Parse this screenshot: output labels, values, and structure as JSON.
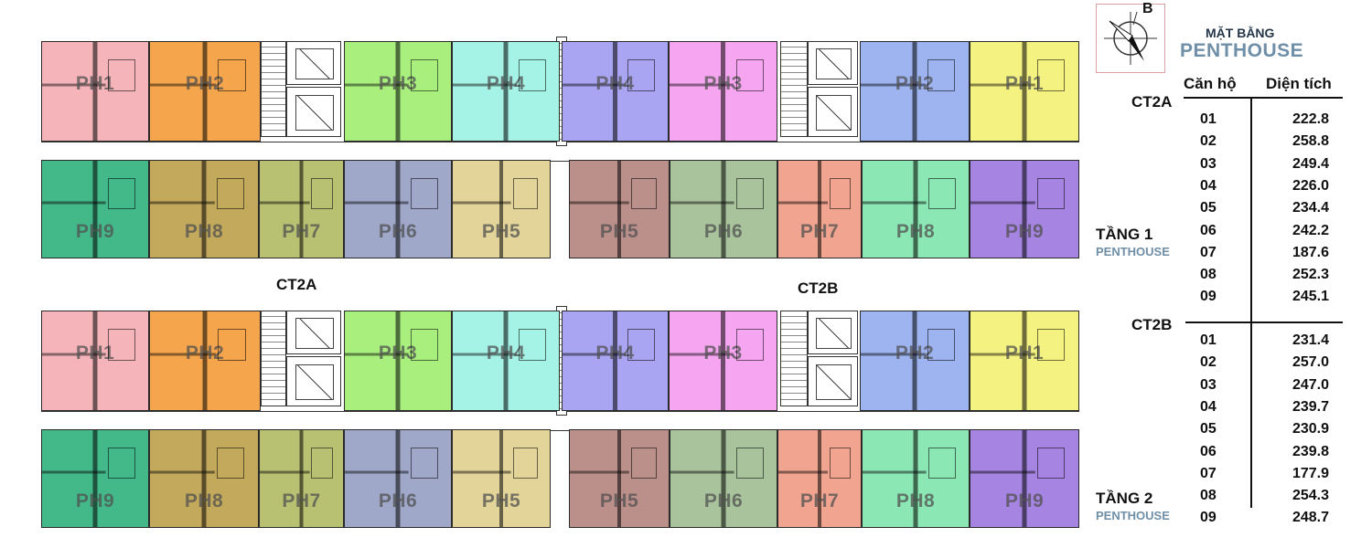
{
  "legend": {
    "heading_line1": "MẶT BẰNG",
    "heading_line2": "PENTHOUSE",
    "col_unit": "Căn hộ",
    "col_area": "Diện tích",
    "ct2a": {
      "label": "CT2A",
      "rows": [
        {
          "id": "01",
          "area": "222.8"
        },
        {
          "id": "02",
          "area": "258.8"
        },
        {
          "id": "03",
          "area": "249.4"
        },
        {
          "id": "04",
          "area": "226.0"
        },
        {
          "id": "05",
          "area": "234.4"
        },
        {
          "id": "06",
          "area": "242.2"
        },
        {
          "id": "07",
          "area": "187.6"
        },
        {
          "id": "08",
          "area": "252.3"
        },
        {
          "id": "09",
          "area": "245.1"
        }
      ]
    },
    "ct2b": {
      "label": "CT2B",
      "rows": [
        {
          "id": "01",
          "area": "231.4"
        },
        {
          "id": "02",
          "area": "257.0"
        },
        {
          "id": "03",
          "area": "247.0"
        },
        {
          "id": "04",
          "area": "239.7"
        },
        {
          "id": "05",
          "area": "230.9"
        },
        {
          "id": "06",
          "area": "239.8"
        },
        {
          "id": "07",
          "area": "177.9"
        },
        {
          "id": "08",
          "area": "254.3"
        },
        {
          "id": "09",
          "area": "248.7"
        }
      ]
    }
  },
  "compass": {
    "label": "B"
  },
  "blocks": {
    "left": "CT2A",
    "right": "CT2B"
  },
  "floors": [
    {
      "title": "TẦNG 1",
      "subtitle": "PENTHOUSE"
    },
    {
      "title": "TẦNG 2",
      "subtitle": "PENTHOUSE"
    }
  ],
  "plan": {
    "top_row": [
      {
        "name": "PH1",
        "color": "#f4b4b9"
      },
      {
        "name": "PH2",
        "color": "#f5a54c"
      },
      {
        "name": "PH3",
        "color": "#a9ef7e"
      },
      {
        "name": "PH4",
        "color": "#a5f3e6"
      },
      {
        "name": "PH4",
        "color": "#aaa5f2"
      },
      {
        "name": "PH3",
        "color": "#f6a6f1"
      },
      {
        "name": "PH2",
        "color": "#9db4f1"
      },
      {
        "name": "PH1",
        "color": "#f4f281"
      }
    ],
    "bottom_row": [
      {
        "name": "PH9",
        "color": "#43b98a"
      },
      {
        "name": "PH8",
        "color": "#c3a95c"
      },
      {
        "name": "PH7",
        "color": "#b8c171"
      },
      {
        "name": "PH6",
        "color": "#9fa8c9"
      },
      {
        "name": "PH5",
        "color": "#e3d49a"
      },
      {
        "name": "PH5",
        "color": "#bb8f8a"
      },
      {
        "name": "PH6",
        "color": "#a9c39c"
      },
      {
        "name": "PH7",
        "color": "#f1a48f"
      },
      {
        "name": "PH8",
        "color": "#8be7b4"
      },
      {
        "name": "PH9",
        "color": "#a685e2"
      }
    ]
  }
}
